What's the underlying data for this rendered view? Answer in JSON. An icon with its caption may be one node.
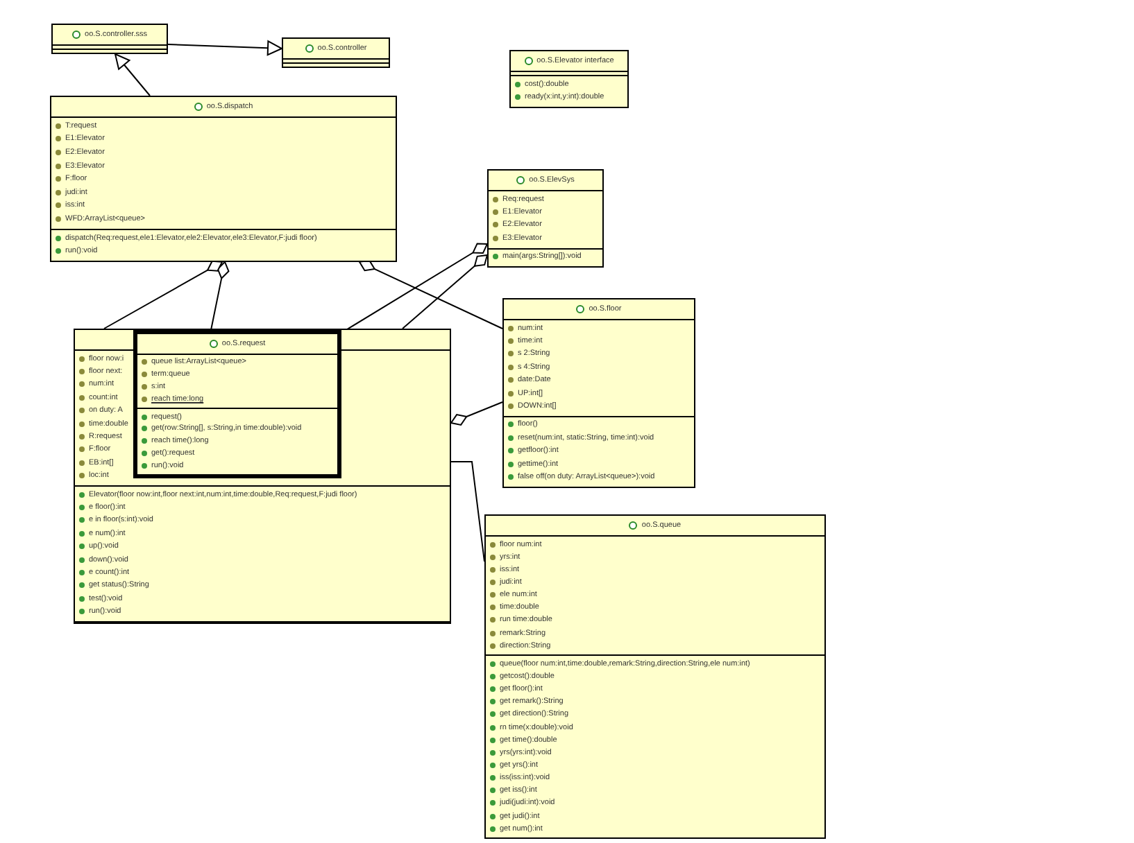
{
  "diagram": {
    "nodes": [
      {
        "text": [
          "oo.S.controller.sss"
        ]
      },
      {
        "text": [
          "oo.S.controller"
        ]
      },
      {
        "text": [
          "oo.S.Elevator interface",
          "cost():double",
          "ready(x:int,y:int):double"
        ]
      },
      {
        "text": [
          "oo.S.dispatch",
          "T:request",
          "E1:Elevator",
          "E2:Elevator",
          "E3:Elevator",
          "F:floor",
          "judi:int",
          "iss:int",
          "WFD:ArrayList<queue>",
          "dispatch(Req:request,ele1:Elevator,ele2:Elevator,ele3:Elevator,F:judi floor)",
          "run():void"
        ]
      },
      {
        "text": [
          "oo.S.ElevSys",
          "Req:request",
          "E1:Elevator",
          "E2:Elevator",
          "E3:Elevator",
          "main(args:String[]):void"
        ]
      },
      {
        "text": [
          "oo.S.floor",
          "num:int",
          "time:int",
          "s 2:String",
          "s 4:String",
          "date:Date",
          "UP:int[]",
          "DOWN:int[]",
          "floor()",
          "reset(num:int, static:String, time:int):void",
          "getfloor():int",
          "gettime():int",
          "false off(on duty: ArrayList<queue>):void"
        ]
      },
      {
        "text": [
          "floor now:i",
          "floor next:",
          "num:int",
          "count:int",
          "on duty: A",
          "time:double",
          "R:request",
          "F:floor",
          "EB:int[]",
          "loc:int",
          "Elevator(floor now:int,floor next:int,num:int,time:double,Req:request,F:judi floor)",
          "e floor():int",
          "e in floor(s:int):void",
          "e num():int",
          "up():void",
          "down():void",
          "e count():int",
          "get status():String",
          "test():void",
          "run():void"
        ]
      },
      {
        "in": 6,
        "text": [
          "oo.S.request",
          "queue list:ArrayList<queue>",
          "term:queue",
          "s:int",
          "reach time:long",
          "request()",
          "get(row:String[], s:String,in time:double):void",
          "reach time():long",
          "get():request",
          "run():void"
        ]
      },
      {
        "text": [
          "oo.S.queue",
          "floor num:int",
          "yrs:int",
          "iss:int",
          "judi:int",
          "ele num:int",
          "time:double",
          "run time:double",
          "remark:String",
          "direction:String",
          "queue(floor num:int,time:double,remark:String,direction:String,ele num:int)",
          "getcost():double",
          "get floor():int",
          "get remark():String",
          "get direction():String",
          "rn time(x:double):void",
          "get time():double",
          "yrs(yrs:int):void",
          "get yrs():int",
          "iss(iss:int):void",
          "get iss():int",
          "judi(judi:int):void",
          "get judi():int",
          "get num():int"
        ]
      }
    ],
    "edges": [
      {
        "from": 0,
        "to": 1,
        "arrow": "to"
      },
      {
        "from": 3,
        "to": 0,
        "arrow": "to"
      },
      {
        "from": 3,
        "to": 7,
        "arrow": "other"
      },
      {
        "from": 3,
        "to": 6,
        "arrow": "other"
      },
      {
        "from": 3,
        "to": 5,
        "arrow": "other"
      },
      {
        "from": 4,
        "to": 7,
        "arrow": "other"
      },
      {
        "from": 4,
        "to": 6,
        "arrow": "other"
      },
      {
        "from": 6,
        "to": 5,
        "arrow": "other"
      },
      {
        "from": 7,
        "to": 8,
        "arrow": "other"
      }
    ]
  }
}
